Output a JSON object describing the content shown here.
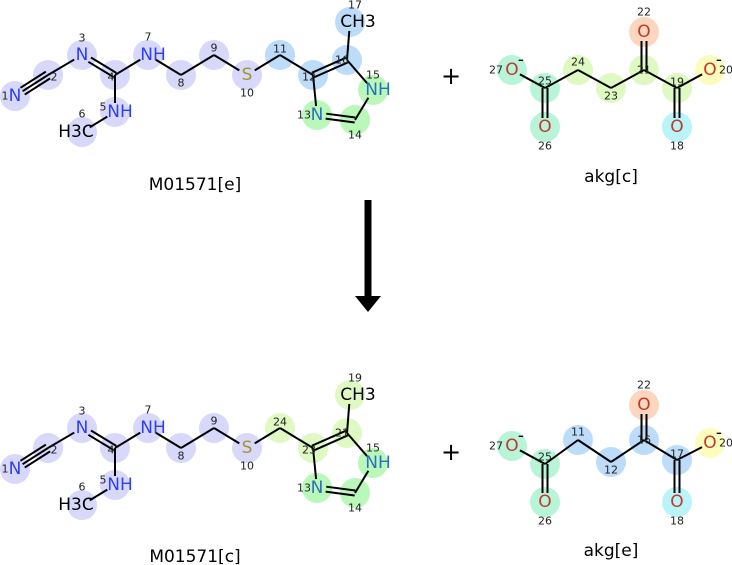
{
  "colors": {
    "lavender": "#d8d8fb",
    "blue": "#bcdcfa",
    "green": "#baf8ba",
    "aqua": "#b8f5d8",
    "yellowgreen": "#def9c2",
    "peach": "#fcd6bd",
    "cyan": "#b8f4f8",
    "yellow": "#fcfcbc",
    "nitrogen": "#2b3ff5",
    "oxygen": "#c0392b",
    "sulfur": "#a0962a",
    "ring_n": "#2a6fbf"
  },
  "operators": {
    "plus": "+"
  },
  "molecules": [
    {
      "id": "m01571_e",
      "name": "M01571[e]",
      "atoms": [
        {
          "n": "1",
          "label": "N",
          "el": "N",
          "hl": "lavender"
        },
        {
          "n": "2",
          "label": "",
          "hl": "lavender"
        },
        {
          "n": "3",
          "label": "N",
          "el": "N",
          "hl": "lavender"
        },
        {
          "n": "4",
          "label": "",
          "hl": "lavender"
        },
        {
          "n": "5",
          "label": "NH",
          "el": "N",
          "hl": "lavender"
        },
        {
          "n": "6",
          "label": "H3C",
          "hl": "lavender"
        },
        {
          "n": "7",
          "label": "NH",
          "el": "N",
          "hl": "lavender"
        },
        {
          "n": "8",
          "label": "",
          "hl": "lavender"
        },
        {
          "n": "9",
          "label": "",
          "hl": "lavender"
        },
        {
          "n": "10",
          "label": "S",
          "el": "S",
          "hl": "lavender"
        },
        {
          "n": "11",
          "label": "",
          "hl": "blue"
        },
        {
          "n": "12",
          "label": "",
          "hl": "blue"
        },
        {
          "n": "13",
          "label": "N",
          "el": "RN",
          "hl": "green"
        },
        {
          "n": "14",
          "label": "",
          "hl": "green"
        },
        {
          "n": "15",
          "label": "NH",
          "el": "RN",
          "hl": "green"
        },
        {
          "n": "16",
          "label": "",
          "hl": "blue"
        },
        {
          "n": "17",
          "label": "CH3",
          "hl": "blue"
        }
      ]
    },
    {
      "id": "akg_c",
      "name": "akg[c]",
      "atoms": [
        {
          "n": "27",
          "label": "O",
          "el": "O",
          "charge": "-",
          "hl": "aqua"
        },
        {
          "n": "25",
          "label": "",
          "hl": "aqua"
        },
        {
          "n": "26",
          "label": "O",
          "el": "O",
          "hl": "aqua"
        },
        {
          "n": "24",
          "label": "",
          "hl": "yellowgreen"
        },
        {
          "n": "23",
          "label": "",
          "hl": "yellowgreen"
        },
        {
          "n": "21",
          "label": "",
          "hl": "yellowgreen"
        },
        {
          "n": "22",
          "label": "O",
          "el": "O",
          "hl": "peach"
        },
        {
          "n": "19",
          "label": "",
          "hl": "yellowgreen"
        },
        {
          "n": "18",
          "label": "O",
          "el": "O",
          "hl": "cyan"
        },
        {
          "n": "20",
          "label": "O",
          "el": "O",
          "charge": "-",
          "hl": "yellow"
        }
      ]
    },
    {
      "id": "m01571_c",
      "name": "M01571[c]",
      "atoms": [
        {
          "n": "1",
          "label": "N",
          "el": "N",
          "hl": "lavender"
        },
        {
          "n": "2",
          "label": "",
          "hl": "lavender"
        },
        {
          "n": "3",
          "label": "N",
          "el": "N",
          "hl": "lavender"
        },
        {
          "n": "4",
          "label": "",
          "hl": "lavender"
        },
        {
          "n": "5",
          "label": "NH",
          "el": "N",
          "hl": "lavender"
        },
        {
          "n": "6",
          "label": "H3C",
          "hl": "lavender"
        },
        {
          "n": "7",
          "label": "NH",
          "el": "N",
          "hl": "lavender"
        },
        {
          "n": "8",
          "label": "",
          "hl": "lavender"
        },
        {
          "n": "9",
          "label": "",
          "hl": "lavender"
        },
        {
          "n": "10",
          "label": "S",
          "el": "S",
          "hl": "lavender"
        },
        {
          "n": "24",
          "label": "",
          "hl": "yellowgreen"
        },
        {
          "n": "23",
          "label": "",
          "hl": "yellowgreen"
        },
        {
          "n": "13",
          "label": "N",
          "el": "RN",
          "hl": "green"
        },
        {
          "n": "14",
          "label": "",
          "hl": "green"
        },
        {
          "n": "15",
          "label": "NH",
          "el": "RN",
          "hl": "green"
        },
        {
          "n": "21",
          "label": "",
          "hl": "yellowgreen"
        },
        {
          "n": "19",
          "label": "CH3",
          "hl": "yellowgreen"
        }
      ]
    },
    {
      "id": "akg_e",
      "name": "akg[e]",
      "atoms": [
        {
          "n": "27",
          "label": "O",
          "el": "O",
          "charge": "-",
          "hl": "aqua"
        },
        {
          "n": "25",
          "label": "",
          "hl": "aqua"
        },
        {
          "n": "26",
          "label": "O",
          "el": "O",
          "hl": "aqua"
        },
        {
          "n": "11",
          "label": "",
          "hl": "blue"
        },
        {
          "n": "12",
          "label": "",
          "hl": "blue"
        },
        {
          "n": "16",
          "label": "",
          "hl": "blue"
        },
        {
          "n": "22",
          "label": "O",
          "el": "O",
          "hl": "peach"
        },
        {
          "n": "17",
          "label": "",
          "hl": "blue"
        },
        {
          "n": "18",
          "label": "O",
          "el": "O",
          "hl": "cyan"
        },
        {
          "n": "20",
          "label": "O",
          "el": "O",
          "charge": "-",
          "hl": "yellow"
        }
      ]
    }
  ]
}
